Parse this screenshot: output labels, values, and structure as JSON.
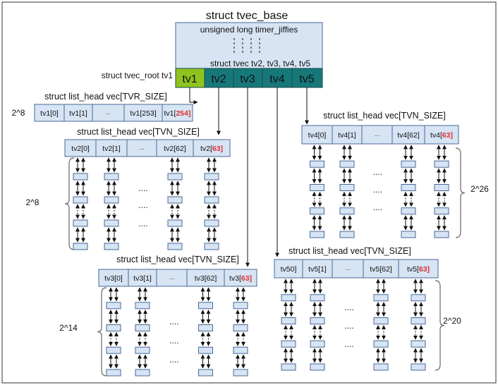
{
  "base": {
    "title": "struct tvec_base",
    "field": "unsigned long timer_jiffies",
    "vec_label": "struct tvec tv2, tv3, tv4, tv5"
  },
  "root_label": "struct tvec_root tv1",
  "tv_cells": [
    "tv1",
    "tv2",
    "tv3",
    "tv4",
    "tv5"
  ],
  "colors": {
    "light_fill": "#d6e4f4",
    "cell_stroke": "#4a6a96",
    "tv1": "#8fc31f",
    "tv_teal": "#17787a",
    "highlight": "#e03030",
    "text": "#111111"
  },
  "groups": [
    {
      "id": "tv1",
      "label": "struct list_head vec[TVR_SIZE]",
      "count": "2^8",
      "cells": [
        "tv1[0]",
        "tv1[1]",
        "...",
        "tv1[253]",
        "tv1["
      ],
      "last_index": "254]",
      "has_lists": false
    },
    {
      "id": "tv2",
      "label": "struct list_head vec[TVN_SIZE]",
      "count": "2^8",
      "cells": [
        "tv2[0]",
        "tv2[1]",
        "...",
        "tv2[62]",
        "tv2["
      ],
      "last_index": "63]",
      "has_lists": true
    },
    {
      "id": "tv3",
      "label": "struct list_head vec[TVN_SIZE]",
      "count": "2^14",
      "cells": [
        "tv3[0]",
        "tv3[1]",
        "...",
        "tv3[62]",
        "tv3["
      ],
      "last_index": "63]",
      "has_lists": true
    },
    {
      "id": "tv4",
      "label": "struct list_head vec[TVN_SIZE]",
      "count": "2^26",
      "cells": [
        "tv4[0]",
        "tv4[1]",
        "...",
        "tv4[62]",
        "tv4["
      ],
      "last_index": "63]",
      "has_lists": true
    },
    {
      "id": "tv5",
      "label": "struct list_head vec[TVN_SIZE]",
      "count": "2^20",
      "cells": [
        "tv50]",
        "tv5[1]",
        "...",
        "tv5[62]",
        "tv5["
      ],
      "last_index": "63]",
      "has_lists": true
    }
  ],
  "ellipsis": "...."
}
